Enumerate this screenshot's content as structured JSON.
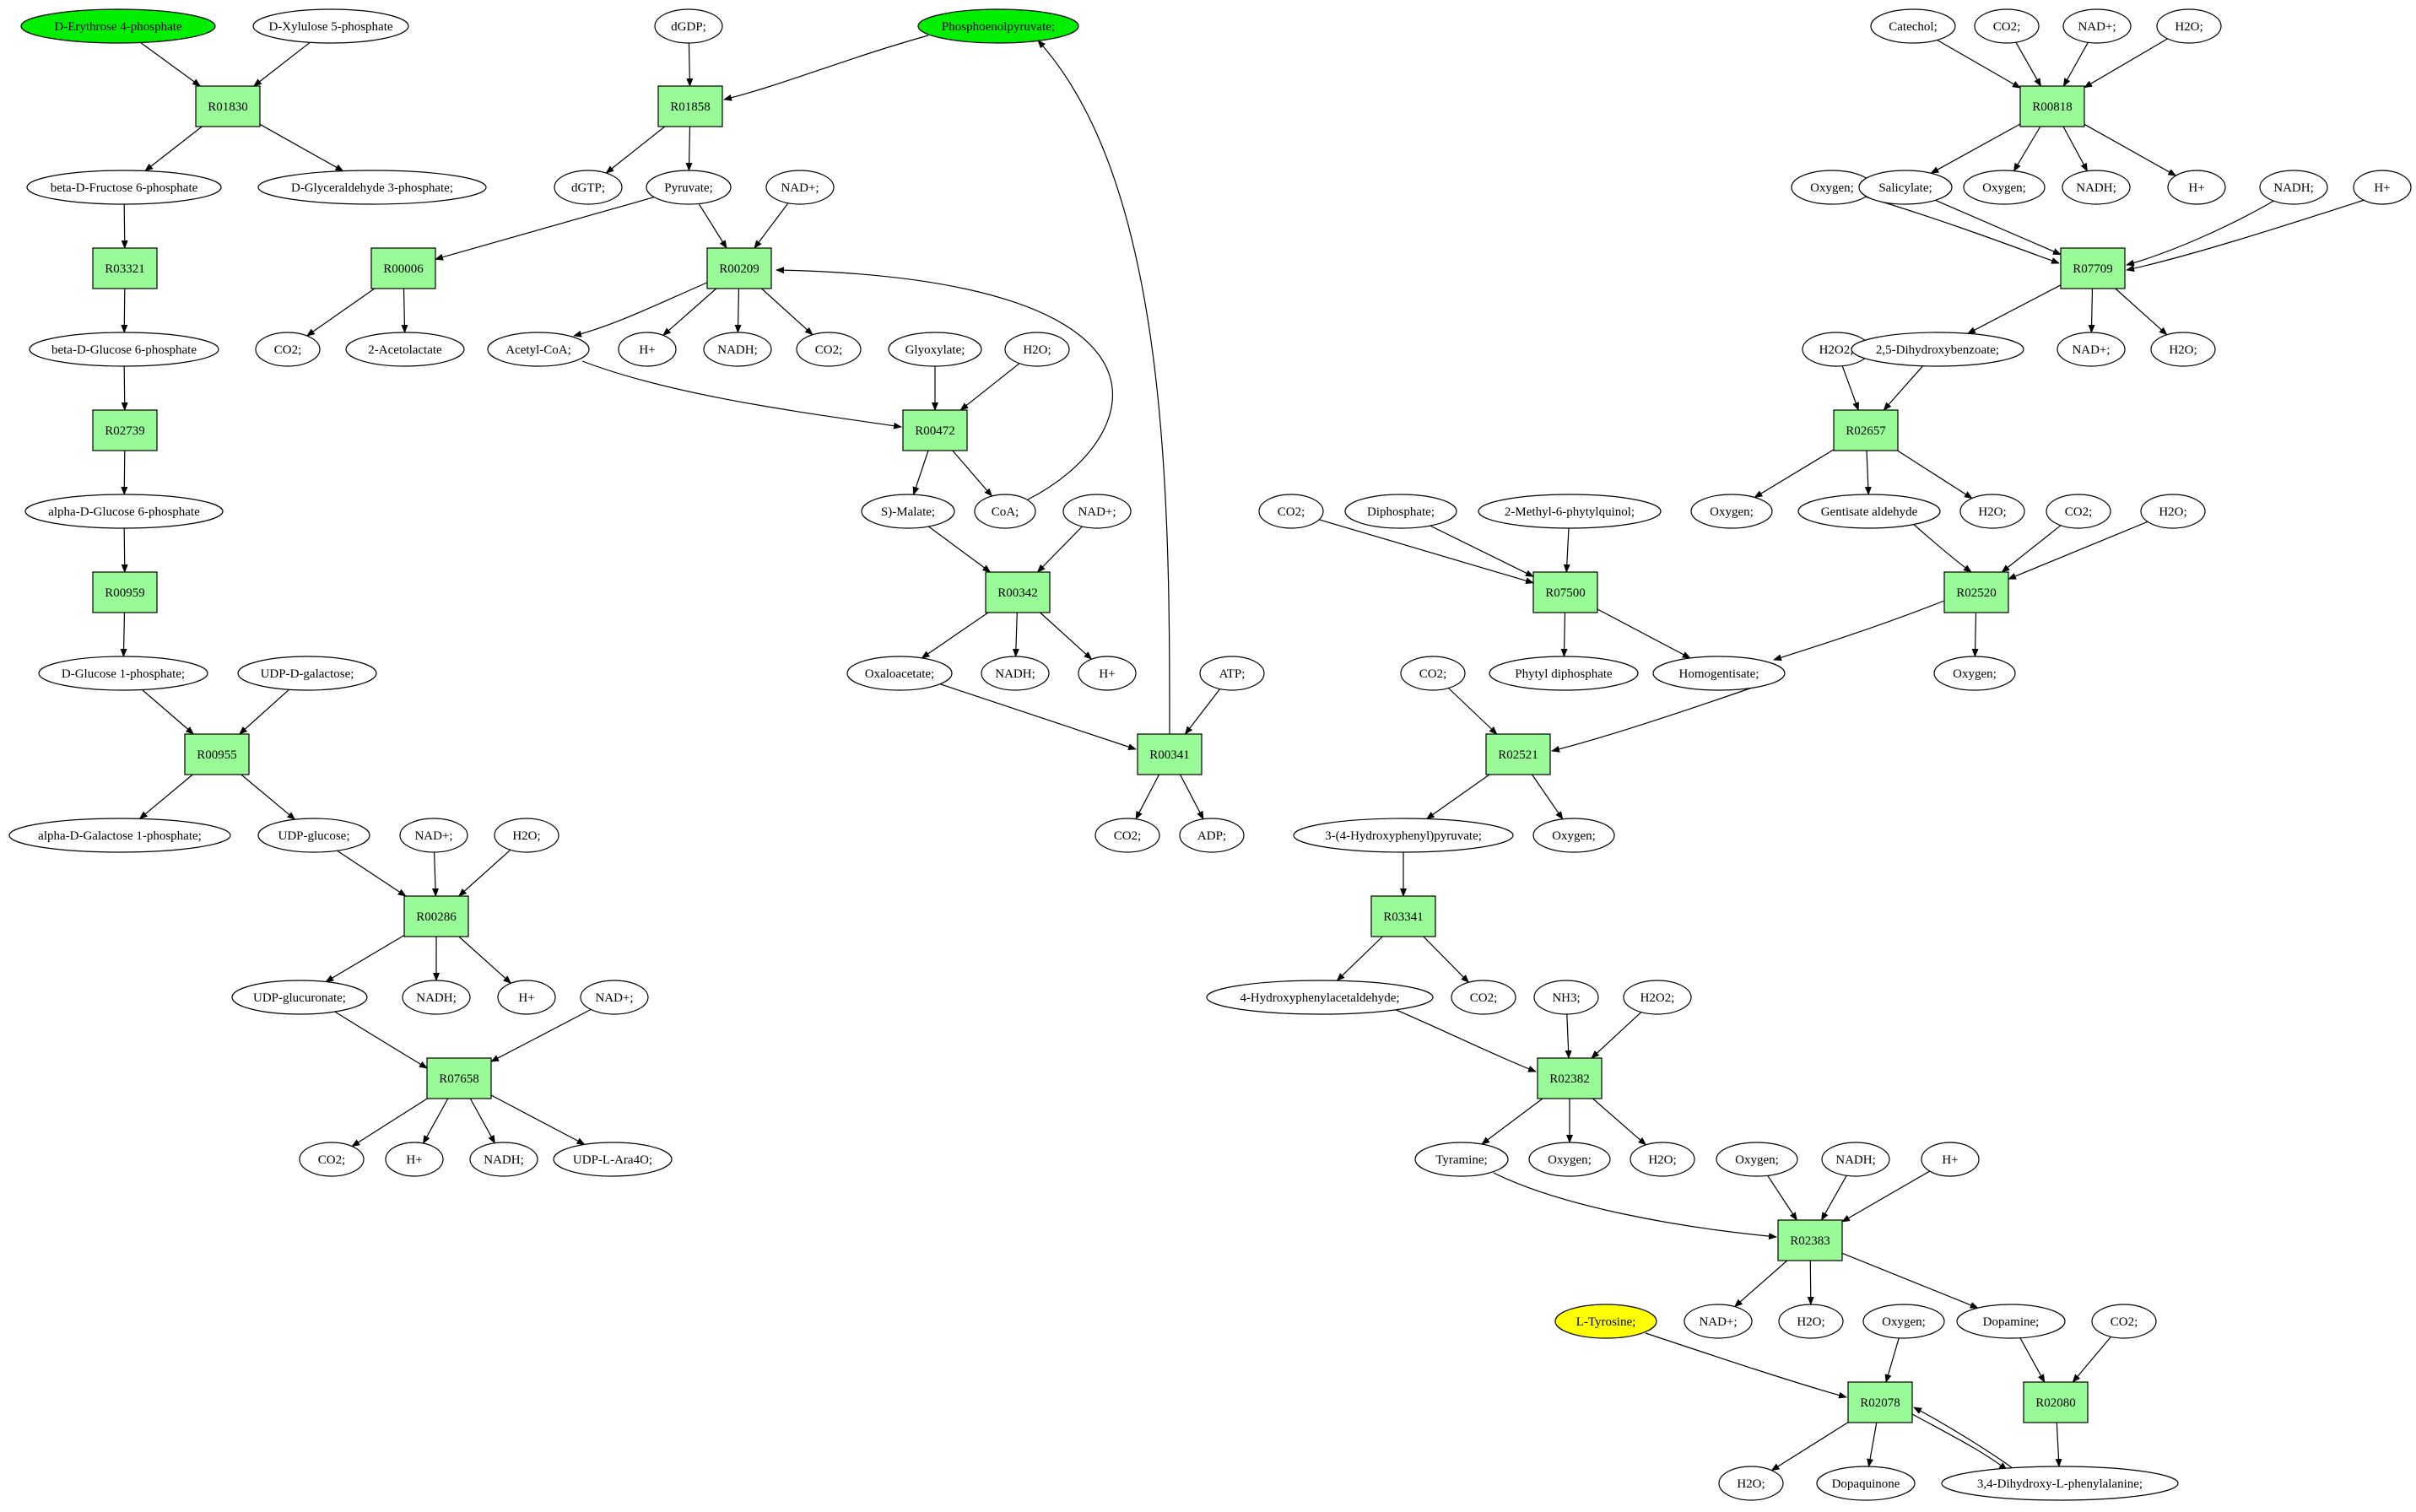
{
  "colors": {
    "reaction_fill": "#98fb98",
    "reaction_stroke": "#000000",
    "node_fill": "#ffffff",
    "source_fill": "#00ee00",
    "target_fill": "#ffff00",
    "edge": "#000000"
  },
  "nodes": [
    {
      "id": "m_e4p",
      "label": "D-Erythrose 4-phosphate",
      "kind": "metabolite",
      "highlight": "source"
    },
    {
      "id": "m_x5p",
      "label": "D-Xylulose 5-phosphate",
      "kind": "metabolite"
    },
    {
      "id": "R01830",
      "label": "R01830",
      "kind": "reaction"
    },
    {
      "id": "m_bf6p",
      "label": "beta-D-Fructose 6-phosphate",
      "kind": "metabolite"
    },
    {
      "id": "m_g3p",
      "label": "D-Glyceraldehyde 3-phosphate;",
      "kind": "metabolite"
    },
    {
      "id": "R03321",
      "label": "R03321",
      "kind": "reaction"
    },
    {
      "id": "m_bg6p",
      "label": "beta-D-Glucose 6-phosphate",
      "kind": "metabolite"
    },
    {
      "id": "R02739",
      "label": "R02739",
      "kind": "reaction"
    },
    {
      "id": "m_ag6p",
      "label": "alpha-D-Glucose 6-phosphate",
      "kind": "metabolite"
    },
    {
      "id": "R00959",
      "label": "R00959",
      "kind": "reaction"
    },
    {
      "id": "m_g1p",
      "label": "D-Glucose 1-phosphate;",
      "kind": "metabolite"
    },
    {
      "id": "m_udpgal",
      "label": "UDP-D-galactose;",
      "kind": "metabolite"
    },
    {
      "id": "R00955",
      "label": "R00955",
      "kind": "reaction"
    },
    {
      "id": "m_agal1p",
      "label": "alpha-D-Galactose 1-phosphate;",
      "kind": "metabolite"
    },
    {
      "id": "m_udpglc",
      "label": "UDP-glucose;",
      "kind": "metabolite"
    },
    {
      "id": "m_nadp_286",
      "label": "NAD+;",
      "kind": "metabolite"
    },
    {
      "id": "m_h2o_286",
      "label": "H2O;",
      "kind": "metabolite"
    },
    {
      "id": "R00286",
      "label": "R00286",
      "kind": "reaction"
    },
    {
      "id": "m_udpglcu",
      "label": "UDP-glucuronate;",
      "kind": "metabolite"
    },
    {
      "id": "m_nadh_286",
      "label": "NADH;",
      "kind": "metabolite"
    },
    {
      "id": "m_h_286",
      "label": "H+",
      "kind": "metabolite"
    },
    {
      "id": "m_nadp_7658",
      "label": "NAD+;",
      "kind": "metabolite"
    },
    {
      "id": "R07658",
      "label": "R07658",
      "kind": "reaction"
    },
    {
      "id": "m_co2_7658",
      "label": "CO2;",
      "kind": "metabolite"
    },
    {
      "id": "m_h_7658",
      "label": "H+",
      "kind": "metabolite"
    },
    {
      "id": "m_nadh_7658",
      "label": "NADH;",
      "kind": "metabolite"
    },
    {
      "id": "m_udpara",
      "label": "UDP-L-Ara4O;",
      "kind": "metabolite"
    },
    {
      "id": "m_dgdp",
      "label": "dGDP;",
      "kind": "metabolite"
    },
    {
      "id": "m_pep",
      "label": "Phosphoenolpyruvate;",
      "kind": "metabolite",
      "highlight": "source"
    },
    {
      "id": "R01858",
      "label": "R01858",
      "kind": "reaction"
    },
    {
      "id": "m_dgtp",
      "label": "dGTP;",
      "kind": "metabolite"
    },
    {
      "id": "m_pyr",
      "label": "Pyruvate;",
      "kind": "metabolite"
    },
    {
      "id": "m_nadp_209",
      "label": "NAD+;",
      "kind": "metabolite"
    },
    {
      "id": "R00006",
      "label": "R00006",
      "kind": "reaction"
    },
    {
      "id": "R00209",
      "label": "R00209",
      "kind": "reaction"
    },
    {
      "id": "m_co2_006",
      "label": "CO2;",
      "kind": "metabolite"
    },
    {
      "id": "m_acetolac",
      "label": "2-Acetolactate",
      "kind": "metabolite"
    },
    {
      "id": "m_accoa",
      "label": "Acetyl-CoA;",
      "kind": "metabolite"
    },
    {
      "id": "m_h_209",
      "label": "H+",
      "kind": "metabolite"
    },
    {
      "id": "m_nadh_209",
      "label": "NADH;",
      "kind": "metabolite"
    },
    {
      "id": "m_co2_209",
      "label": "CO2;",
      "kind": "metabolite"
    },
    {
      "id": "m_glyox",
      "label": "Glyoxylate;",
      "kind": "metabolite"
    },
    {
      "id": "m_h2o_472",
      "label": "H2O;",
      "kind": "metabolite"
    },
    {
      "id": "R00472",
      "label": "R00472",
      "kind": "reaction"
    },
    {
      "id": "m_smal",
      "label": "S)-Malate;",
      "kind": "metabolite"
    },
    {
      "id": "m_coa",
      "label": "CoA;",
      "kind": "metabolite"
    },
    {
      "id": "m_nadp_342",
      "label": "NAD+;",
      "kind": "metabolite"
    },
    {
      "id": "R00342",
      "label": "R00342",
      "kind": "reaction"
    },
    {
      "id": "m_oaa",
      "label": "Oxaloacetate;",
      "kind": "metabolite"
    },
    {
      "id": "m_nadh_342",
      "label": "NADH;",
      "kind": "metabolite"
    },
    {
      "id": "m_h_342",
      "label": "H+",
      "kind": "metabolite"
    },
    {
      "id": "m_atp",
      "label": "ATP;",
      "kind": "metabolite"
    },
    {
      "id": "R00341",
      "label": "R00341",
      "kind": "reaction"
    },
    {
      "id": "m_co2_341",
      "label": "CO2;",
      "kind": "metabolite"
    },
    {
      "id": "m_adp",
      "label": "ADP;",
      "kind": "metabolite"
    },
    {
      "id": "m_catechol",
      "label": "Catechol;",
      "kind": "metabolite"
    },
    {
      "id": "m_co2_818",
      "label": "CO2;",
      "kind": "metabolite"
    },
    {
      "id": "m_nadp_818",
      "label": "NAD+;",
      "kind": "metabolite"
    },
    {
      "id": "m_h2o_818",
      "label": "H2O;",
      "kind": "metabolite"
    },
    {
      "id": "R00818",
      "label": "R00818",
      "kind": "reaction"
    },
    {
      "id": "m_oxy_7709",
      "label": "Oxygen;",
      "kind": "metabolite"
    },
    {
      "id": "m_salic",
      "label": "Salicylate;",
      "kind": "metabolite"
    },
    {
      "id": "m_oxy_818",
      "label": "Oxygen;",
      "kind": "metabolite"
    },
    {
      "id": "m_nadh_818",
      "label": "NADH;",
      "kind": "metabolite"
    },
    {
      "id": "m_h_818",
      "label": "H+",
      "kind": "metabolite"
    },
    {
      "id": "m_nadh_7709",
      "label": "NADH;",
      "kind": "metabolite"
    },
    {
      "id": "m_h_7709",
      "label": "H+",
      "kind": "metabolite"
    },
    {
      "id": "R07709",
      "label": "R07709",
      "kind": "reaction"
    },
    {
      "id": "m_h2o2_2657",
      "label": "H2O2;",
      "kind": "metabolite"
    },
    {
      "id": "m_dhb",
      "label": "2,5-Dihydroxybenzoate;",
      "kind": "metabolite"
    },
    {
      "id": "m_nadp_7709",
      "label": "NAD+;",
      "kind": "metabolite"
    },
    {
      "id": "m_h2o_7709",
      "label": "H2O;",
      "kind": "metabolite"
    },
    {
      "id": "R02657",
      "label": "R02657",
      "kind": "reaction"
    },
    {
      "id": "m_oxy_2657",
      "label": "Oxygen;",
      "kind": "metabolite"
    },
    {
      "id": "m_gentald",
      "label": "Gentisate aldehyde",
      "kind": "metabolite"
    },
    {
      "id": "m_h2o_2657",
      "label": "H2O;",
      "kind": "metabolite"
    },
    {
      "id": "m_co2_2520",
      "label": "CO2;",
      "kind": "metabolite"
    },
    {
      "id": "m_h2o_2520",
      "label": "H2O;",
      "kind": "metabolite"
    },
    {
      "id": "R02520",
      "label": "R02520",
      "kind": "reaction"
    },
    {
      "id": "m_oxy_2520",
      "label": "Oxygen;",
      "kind": "metabolite"
    },
    {
      "id": "m_co2_7500",
      "label": "CO2;",
      "kind": "metabolite"
    },
    {
      "id": "m_dip",
      "label": "Diphosphate;",
      "kind": "metabolite"
    },
    {
      "id": "m_mpq",
      "label": "2-Methyl-6-phytylquinol;",
      "kind": "metabolite"
    },
    {
      "id": "R07500",
      "label": "R07500",
      "kind": "reaction"
    },
    {
      "id": "m_phytdp",
      "label": "Phytyl diphosphate",
      "kind": "metabolite"
    },
    {
      "id": "m_homog",
      "label": "Homogentisate;",
      "kind": "metabolite"
    },
    {
      "id": "m_co2_2521",
      "label": "CO2;",
      "kind": "metabolite"
    },
    {
      "id": "R02521",
      "label": "R02521",
      "kind": "reaction"
    },
    {
      "id": "m_hpp",
      "label": "3-(4-Hydroxyphenyl)pyruvate;",
      "kind": "metabolite"
    },
    {
      "id": "m_oxy_2521",
      "label": "Oxygen;",
      "kind": "metabolite"
    },
    {
      "id": "R03341",
      "label": "R03341",
      "kind": "reaction"
    },
    {
      "id": "m_hpa",
      "label": "4-Hydroxyphenylacetaldehyde;",
      "kind": "metabolite"
    },
    {
      "id": "m_co2_3341",
      "label": "CO2;",
      "kind": "metabolite"
    },
    {
      "id": "m_nh3",
      "label": "NH3;",
      "kind": "metabolite"
    },
    {
      "id": "m_h2o2_2382",
      "label": "H2O2;",
      "kind": "metabolite"
    },
    {
      "id": "R02382",
      "label": "R02382",
      "kind": "reaction"
    },
    {
      "id": "m_tyramine",
      "label": "Tyramine;",
      "kind": "metabolite"
    },
    {
      "id": "m_oxy_2382",
      "label": "Oxygen;",
      "kind": "metabolite"
    },
    {
      "id": "m_h2o_2382",
      "label": "H2O;",
      "kind": "metabolite"
    },
    {
      "id": "m_oxy_2383",
      "label": "Oxygen;",
      "kind": "metabolite"
    },
    {
      "id": "m_nadh_2383",
      "label": "NADH;",
      "kind": "metabolite"
    },
    {
      "id": "m_h_2383",
      "label": "H+",
      "kind": "metabolite"
    },
    {
      "id": "R02383",
      "label": "R02383",
      "kind": "reaction"
    },
    {
      "id": "m_nadp_2383",
      "label": "NAD+;",
      "kind": "metabolite"
    },
    {
      "id": "m_h2o_2383",
      "label": "H2O;",
      "kind": "metabolite"
    },
    {
      "id": "m_dopamine",
      "label": "Dopamine;",
      "kind": "metabolite"
    },
    {
      "id": "m_ltyr",
      "label": "L-Tyrosine;",
      "kind": "metabolite",
      "highlight": "target"
    },
    {
      "id": "m_oxy_2078",
      "label": "Oxygen;",
      "kind": "metabolite"
    },
    {
      "id": "m_co2_2080",
      "label": "CO2;",
      "kind": "metabolite"
    },
    {
      "id": "R02078",
      "label": "R02078",
      "kind": "reaction"
    },
    {
      "id": "R02080",
      "label": "R02080",
      "kind": "reaction"
    },
    {
      "id": "m_h2o_2078",
      "label": "H2O;",
      "kind": "metabolite"
    },
    {
      "id": "m_dopaq",
      "label": "Dopaquinone",
      "kind": "metabolite"
    },
    {
      "id": "m_ldopa",
      "label": "3,4-Dihydroxy-L-phenylalanine;",
      "kind": "metabolite"
    }
  ],
  "edges": [
    [
      "m_e4p",
      "R01830"
    ],
    [
      "m_x5p",
      "R01830"
    ],
    [
      "R01830",
      "m_bf6p"
    ],
    [
      "R01830",
      "m_g3p"
    ],
    [
      "m_bf6p",
      "R03321"
    ],
    [
      "R03321",
      "m_bg6p"
    ],
    [
      "m_bg6p",
      "R02739"
    ],
    [
      "R02739",
      "m_ag6p"
    ],
    [
      "m_ag6p",
      "R00959"
    ],
    [
      "R00959",
      "m_g1p"
    ],
    [
      "m_g1p",
      "R00955"
    ],
    [
      "m_udpgal",
      "R00955"
    ],
    [
      "R00955",
      "m_agal1p"
    ],
    [
      "R00955",
      "m_udpglc"
    ],
    [
      "m_udpglc",
      "R00286"
    ],
    [
      "m_nadp_286",
      "R00286"
    ],
    [
      "m_h2o_286",
      "R00286"
    ],
    [
      "R00286",
      "m_udpglcu"
    ],
    [
      "R00286",
      "m_nadh_286"
    ],
    [
      "R00286",
      "m_h_286"
    ],
    [
      "m_udpglcu",
      "R07658"
    ],
    [
      "m_nadp_7658",
      "R07658"
    ],
    [
      "R07658",
      "m_co2_7658"
    ],
    [
      "R07658",
      "m_h_7658"
    ],
    [
      "R07658",
      "m_nadh_7658"
    ],
    [
      "R07658",
      "m_udpara"
    ],
    [
      "m_dgdp",
      "R01858"
    ],
    [
      "m_pep",
      "R01858"
    ],
    [
      "R01858",
      "m_dgtp"
    ],
    [
      "R01858",
      "m_pyr"
    ],
    [
      "m_pyr",
      "R00006"
    ],
    [
      "R00006",
      "m_co2_006"
    ],
    [
      "R00006",
      "m_acetolac"
    ],
    [
      "m_pyr",
      "R00209"
    ],
    [
      "m_nadp_209",
      "R00209"
    ],
    [
      "R00209",
      "m_accoa"
    ],
    [
      "R00209",
      "m_h_209"
    ],
    [
      "R00209",
      "m_nadh_209"
    ],
    [
      "R00209",
      "m_co2_209"
    ],
    [
      "m_accoa",
      "R00472"
    ],
    [
      "m_glyox",
      "R00472"
    ],
    [
      "m_h2o_472",
      "R00472"
    ],
    [
      "R00472",
      "m_smal"
    ],
    [
      "R00472",
      "m_coa"
    ],
    [
      "m_coa",
      "R00209"
    ],
    [
      "m_smal",
      "R00342"
    ],
    [
      "m_nadp_342",
      "R00342"
    ],
    [
      "R00342",
      "m_oaa"
    ],
    [
      "R00342",
      "m_nadh_342"
    ],
    [
      "R00342",
      "m_h_342"
    ],
    [
      "m_oaa",
      "R00341"
    ],
    [
      "m_atp",
      "R00341"
    ],
    [
      "R00341",
      "m_pep"
    ],
    [
      "R00341",
      "m_co2_341"
    ],
    [
      "R00341",
      "m_adp"
    ],
    [
      "m_catechol",
      "R00818"
    ],
    [
      "m_co2_818",
      "R00818"
    ],
    [
      "m_nadp_818",
      "R00818"
    ],
    [
      "m_h2o_818",
      "R00818"
    ],
    [
      "R00818",
      "m_salic"
    ],
    [
      "R00818",
      "m_oxy_818"
    ],
    [
      "R00818",
      "m_nadh_818"
    ],
    [
      "R00818",
      "m_h_818"
    ],
    [
      "m_oxy_7709",
      "R07709"
    ],
    [
      "m_salic",
      "R07709"
    ],
    [
      "m_nadh_7709",
      "R07709"
    ],
    [
      "m_h_7709",
      "R07709"
    ],
    [
      "R07709",
      "m_dhb"
    ],
    [
      "R07709",
      "m_nadp_7709"
    ],
    [
      "R07709",
      "m_h2o_7709"
    ],
    [
      "m_h2o2_2657",
      "R02657"
    ],
    [
      "m_dhb",
      "R02657"
    ],
    [
      "R02657",
      "m_oxy_2657"
    ],
    [
      "R02657",
      "m_gentald"
    ],
    [
      "R02657",
      "m_h2o_2657"
    ],
    [
      "m_gentald",
      "R02520"
    ],
    [
      "m_co2_2520",
      "R02520"
    ],
    [
      "m_h2o_2520",
      "R02520"
    ],
    [
      "R02520",
      "m_homog"
    ],
    [
      "R02520",
      "m_oxy_2520"
    ],
    [
      "m_co2_7500",
      "R07500"
    ],
    [
      "m_dip",
      "R07500"
    ],
    [
      "m_mpq",
      "R07500"
    ],
    [
      "R07500",
      "m_phytdp"
    ],
    [
      "R07500",
      "m_homog"
    ],
    [
      "m_co2_2521",
      "R02521"
    ],
    [
      "m_homog",
      "R02521"
    ],
    [
      "R02521",
      "m_hpp"
    ],
    [
      "R02521",
      "m_oxy_2521"
    ],
    [
      "m_hpp",
      "R03341"
    ],
    [
      "R03341",
      "m_hpa"
    ],
    [
      "R03341",
      "m_co2_3341"
    ],
    [
      "m_hpa",
      "R02382"
    ],
    [
      "m_nh3",
      "R02382"
    ],
    [
      "m_h2o2_2382",
      "R02382"
    ],
    [
      "R02382",
      "m_tyramine"
    ],
    [
      "R02382",
      "m_oxy_2382"
    ],
    [
      "R02382",
      "m_h2o_2382"
    ],
    [
      "m_tyramine",
      "R02383"
    ],
    [
      "m_oxy_2383",
      "R02383"
    ],
    [
      "m_nadh_2383",
      "R02383"
    ],
    [
      "m_h_2383",
      "R02383"
    ],
    [
      "R02383",
      "m_nadp_2383"
    ],
    [
      "R02383",
      "m_h2o_2383"
    ],
    [
      "R02383",
      "m_dopamine"
    ],
    [
      "m_ltyr",
      "R02078"
    ],
    [
      "m_oxy_2078",
      "R02078"
    ],
    [
      "R02078",
      "m_h2o_2078"
    ],
    [
      "R02078",
      "m_dopaq"
    ],
    [
      "R02078",
      "m_ldopa"
    ],
    [
      "m_ldopa",
      "R02078"
    ],
    [
      "m_dopamine",
      "R02080"
    ],
    [
      "m_co2_2080",
      "R02080"
    ],
    [
      "R02080",
      "m_ldopa"
    ]
  ]
}
